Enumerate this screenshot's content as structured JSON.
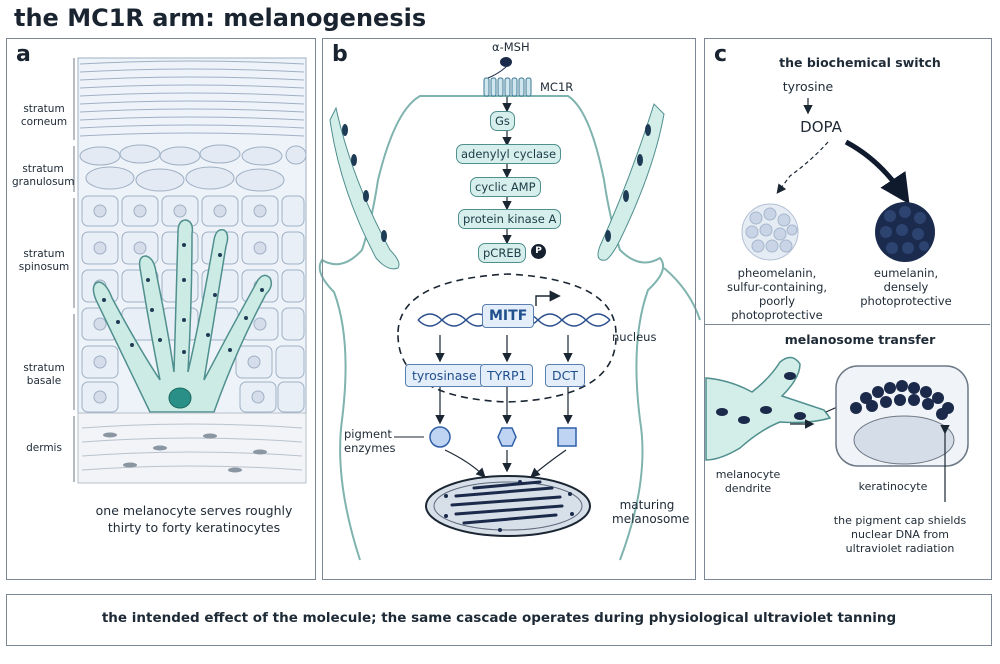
{
  "title": "the MC1R arm: melanogenesis",
  "panel_a": {
    "label": "a",
    "layers": [
      {
        "name": "stratum corneum"
      },
      {
        "name": "stratum granulosum"
      },
      {
        "name": "stratum spinosum"
      },
      {
        "name": "stratum basale"
      },
      {
        "name": "dermis"
      }
    ],
    "caption": "one melanocyte serves roughly thirty to forty keratinocytes"
  },
  "panel_b": {
    "label": "b",
    "ligand": "α-MSH",
    "receptor": "MC1R",
    "cascade": [
      "Gs",
      "adenylyl cyclase",
      "cyclic AMP",
      "protein kinase A",
      "pCREB"
    ],
    "phospho": "P",
    "tf": "MITF",
    "nucleus_label": "nucleus",
    "genes": [
      "tyrosinase",
      "TYRP1",
      "DCT"
    ],
    "enzymes_label": "pigment enzymes",
    "melanosome_label": "maturing melanosome"
  },
  "panel_c": {
    "label": "c",
    "switch_title": "the biochemical switch",
    "substrate": "tyrosine",
    "intermediate": "DOPA",
    "pheo_label": "pheomelanin, sulfur-containing, poorly photoprotective",
    "eu_label": "eumelanin, densely photoprotective"
  },
  "transfer": {
    "title": "melanosome transfer",
    "dendrite_label": "melanocyte dendrite",
    "keratinocyte_label": "keratinocyte",
    "cap_label": "the pigment cap shields nuclear DNA from ultraviolet radiation"
  },
  "footer": "the intended effect of the molecule; the same  cascade operates during physiological ultraviolet tanning",
  "colors": {
    "teal": "#d3ede9",
    "teal_stroke": "#4f8f8e",
    "navy": "#1b2a4a",
    "blue": "#5b87c8"
  }
}
